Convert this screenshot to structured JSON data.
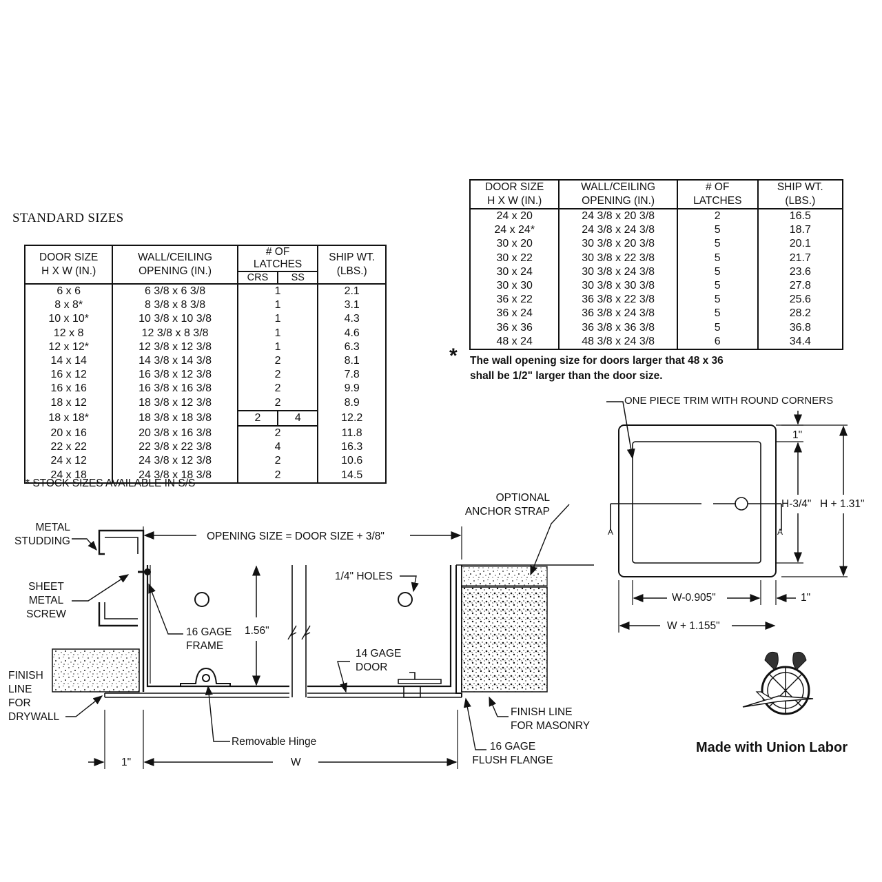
{
  "standard_sizes_title": "STANDARD SIZES",
  "headers": {
    "door_size": [
      "DOOR SIZE",
      "H X W (IN.)"
    ],
    "opening": [
      "WALL/CEILING",
      "OPENING (IN.)"
    ],
    "latches": [
      "# OF",
      "LATCHES"
    ],
    "latch_sub": [
      "CRS",
      "SS"
    ],
    "weight": [
      "SHIP WT.",
      "(LBS.)"
    ]
  },
  "table1_rows": [
    {
      "size": "6 x 6",
      "opening": "6 3/8 x 6 3/8",
      "latches": "1",
      "weight": "2.1"
    },
    {
      "size": "8 x 8*",
      "opening": "8 3/8 x 8 3/8",
      "latches": "1",
      "weight": "3.1"
    },
    {
      "size": "10 x 10*",
      "opening": "10 3/8 x 10 3/8",
      "latches": "1",
      "weight": "4.3"
    },
    {
      "size": "12 x 8",
      "opening": "12 3/8 x 8 3/8",
      "latches": "1",
      "weight": "4.6"
    },
    {
      "size": "12 x 12*",
      "opening": "12 3/8 x 12 3/8",
      "latches": "1",
      "weight": "6.3"
    },
    {
      "size": "14 x 14",
      "opening": "14 3/8 x 14 3/8",
      "latches": "2",
      "weight": "8.1"
    },
    {
      "size": "16 x 12",
      "opening": "16 3/8 x 12 3/8",
      "latches": "2",
      "weight": "7.8"
    },
    {
      "size": "16 x 16",
      "opening": "16 3/8 x 16 3/8",
      "latches": "2",
      "weight": "9.9"
    },
    {
      "size": "18 x 12",
      "opening": "18 3/8 x 12 3/8",
      "latches": "2",
      "weight": "8.9"
    },
    {
      "size": "18 x 18*",
      "opening": "18 3/8 x 18 3/8",
      "latches_crs": "2",
      "latches_ss": "4",
      "weight": "12.2"
    },
    {
      "size": "20 x 16",
      "opening": "20 3/8 x 16 3/8",
      "latches": "2",
      "weight": "11.8"
    },
    {
      "size": "22 x 22",
      "opening": "22 3/8 x 22 3/8",
      "latches": "4",
      "weight": "16.3"
    },
    {
      "size": "24 x 12",
      "opening": "24 3/8 x 12 3/8",
      "latches": "2",
      "weight": "10.6"
    },
    {
      "size": "24 x 18",
      "opening": "24 3/8 x 18 3/8",
      "latches": "2",
      "weight": "14.5"
    }
  ],
  "stock_note": "* STOCK SIZES AVAILABLE IN S/S",
  "table2_rows": [
    {
      "size": "24 x 20",
      "opening": "24 3/8 x 20 3/8",
      "latches": "2",
      "weight": "16.5"
    },
    {
      "size": "24 x 24*",
      "opening": "24 3/8 x 24 3/8",
      "latches": "5",
      "weight": "18.7"
    },
    {
      "size": "30 x 20",
      "opening": "30 3/8 x 20 3/8",
      "latches": "5",
      "weight": "20.1"
    },
    {
      "size": "30 x 22",
      "opening": "30 3/8 x 22 3/8",
      "latches": "5",
      "weight": "21.7"
    },
    {
      "size": "30 x 24",
      "opening": "30 3/8 x 24 3/8",
      "latches": "5",
      "weight": "23.6"
    },
    {
      "size": "30 x 30",
      "opening": "30 3/8 x 30 3/8",
      "latches": "5",
      "weight": "27.8"
    },
    {
      "size": "36 x 22",
      "opening": "36 3/8 x 22 3/8",
      "latches": "5",
      "weight": "25.6"
    },
    {
      "size": "36 x 24",
      "opening": "36 3/8 x 24 3/8",
      "latches": "5",
      "weight": "28.2"
    },
    {
      "size": "36 x 36",
      "opening": "36 3/8 x 36 3/8",
      "latches": "5",
      "weight": "36.8"
    },
    {
      "size": "48 x 24",
      "opening": "48 3/8 x 24 3/8",
      "latches": "6",
      "weight": "34.4"
    }
  ],
  "large_note_star": "*",
  "large_note": [
    "The wall opening size for doors larger that 48 x 36",
    "shall be 1/2\" larger than the door size."
  ],
  "elevation": {
    "trim_label": "ONE PIECE TRIM WITH ROUND CORNERS",
    "dim_1_top": "1\"",
    "dim_h_inner": "H-3/4\"",
    "dim_h_outer": "H + 1.31\"",
    "dim_w_inner": "W-0.905\"",
    "dim_1_right": "1\"",
    "dim_w_outer": "W + 1.155\"",
    "latch_mark": "A"
  },
  "section": {
    "metal_studding": [
      "METAL",
      "STUDDING"
    ],
    "sheet_metal_screw": [
      "SHEET",
      "METAL",
      "SCREW"
    ],
    "finish_drywall": [
      "FINISH",
      "LINE",
      "FOR",
      "DRYWALL"
    ],
    "opening_size": "OPENING SIZE = DOOR SIZE + 3/8\"",
    "frame": [
      "16 GAGE",
      "FRAME"
    ],
    "dim_156": "1.56\"",
    "holes": "1/4\" HOLES",
    "door": [
      "14 GAGE",
      "DOOR"
    ],
    "anchor": [
      "OPTIONAL",
      "ANCHOR STRAP"
    ],
    "finish_masonry": [
      "FINISH LINE",
      "FOR MASONRY"
    ],
    "flange": [
      "16 GAGE",
      "FLUSH FLANGE"
    ],
    "hinge": "Removable Hinge",
    "dim_1": "1\"",
    "dim_w": "W"
  },
  "union_label": "Made with Union Labor"
}
